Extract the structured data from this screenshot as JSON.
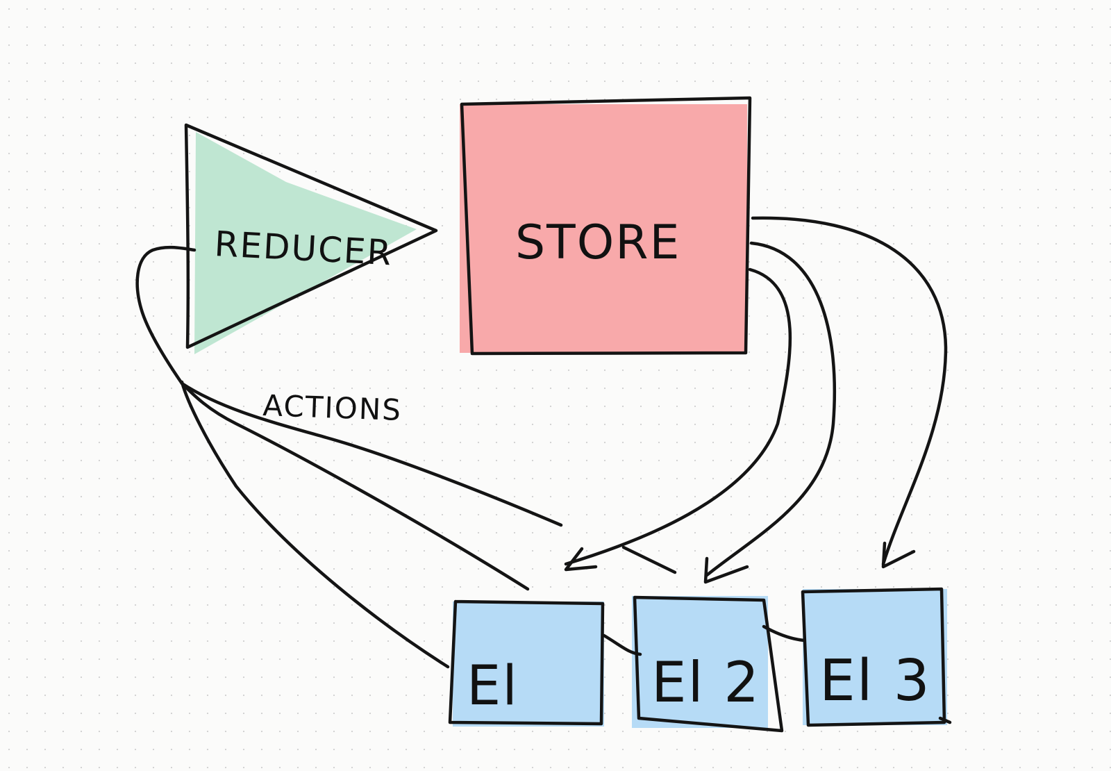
{
  "nodes": {
    "reducer": {
      "label": "REDUCER",
      "color": "#bfe6d2"
    },
    "store": {
      "label": "STORE",
      "color": "#f8a9aa"
    },
    "el1": {
      "label": "El",
      "color": "#b6dbf6"
    },
    "el2": {
      "label": "El 2",
      "color": "#b6dbf6"
    },
    "el3": {
      "label": "El 3",
      "color": "#b6dbf6"
    }
  },
  "edges": {
    "actions_label": "ACTIONS"
  }
}
